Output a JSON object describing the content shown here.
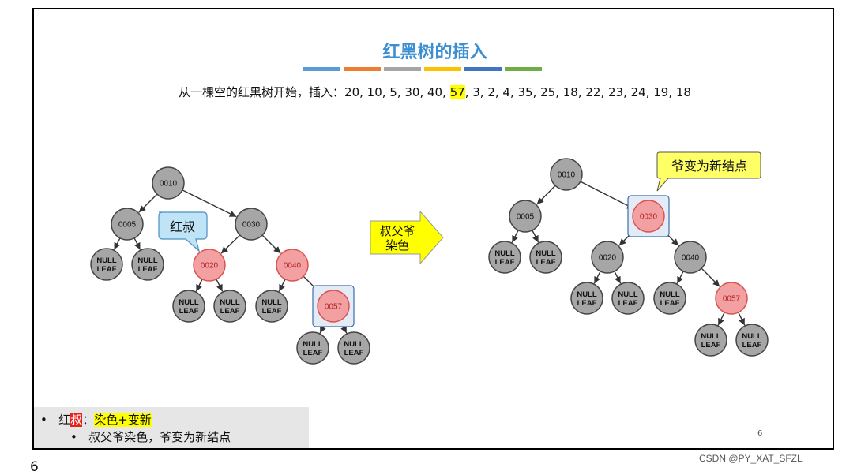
{
  "slide": {
    "title": "红黑树的插入",
    "subtitle_prefix": "从一棵空的红黑树开始，插入：20, 10, 5, 30, 40, ",
    "subtitle_highlight": "57",
    "subtitle_suffix": ", 3, 2, 4, 35, 25, 18, 22, 23, 24, 19, 18",
    "colorbar_colors": [
      "#5b9bd5",
      "#ed7d31",
      "#a5a5a5",
      "#ffc000",
      "#4472c4",
      "#70ad47"
    ],
    "page_number": "6"
  },
  "left_tree": {
    "uncle_callout": "红叔",
    "nodes": [
      {
        "label": "0010",
        "color": "black"
      },
      {
        "label": "0005",
        "color": "black"
      },
      {
        "label": "0030",
        "color": "black"
      },
      {
        "label": "NULL LEAF",
        "color": "black"
      },
      {
        "label": "NULL LEAF",
        "color": "black"
      },
      {
        "label": "0020",
        "color": "red"
      },
      {
        "label": "0040",
        "color": "red"
      },
      {
        "label": "NULL LEAF",
        "color": "black"
      },
      {
        "label": "NULL LEAF",
        "color": "black"
      },
      {
        "label": "NULL LEAF",
        "color": "black"
      },
      {
        "label": "0057",
        "color": "red",
        "highlighted": true
      },
      {
        "label": "NULL LEAF",
        "color": "black"
      },
      {
        "label": "NULL LEAF",
        "color": "black"
      }
    ]
  },
  "arrow": {
    "line1": "叔父爷",
    "line2": "染色"
  },
  "right_tree": {
    "grandpa_callout": "爷变为新结点",
    "nodes": [
      {
        "label": "0010",
        "color": "black"
      },
      {
        "label": "0005",
        "color": "black"
      },
      {
        "label": "0030",
        "color": "red",
        "highlighted": true
      },
      {
        "label": "NULL LEAF",
        "color": "black"
      },
      {
        "label": "NULL LEAF",
        "color": "black"
      },
      {
        "label": "0020",
        "color": "black"
      },
      {
        "label": "0040",
        "color": "black"
      },
      {
        "label": "NULL LEAF",
        "color": "black"
      },
      {
        "label": "NULL LEAF",
        "color": "black"
      },
      {
        "label": "NULL LEAF",
        "color": "black"
      },
      {
        "label": "0057",
        "color": "red"
      },
      {
        "label": "NULL LEAF",
        "color": "black"
      },
      {
        "label": "NULL LEAF",
        "color": "black"
      }
    ]
  },
  "notes": {
    "bullet1_prefix": "红",
    "bullet1_red": "叔",
    "bullet1_colon": "：",
    "bullet1_yellow": "染色+变新",
    "bullet2": "叔父爷染色，爷变为新结点"
  },
  "footer": {
    "page_number": "6",
    "credit": "CSDN @PY_XAT_SFZL"
  }
}
